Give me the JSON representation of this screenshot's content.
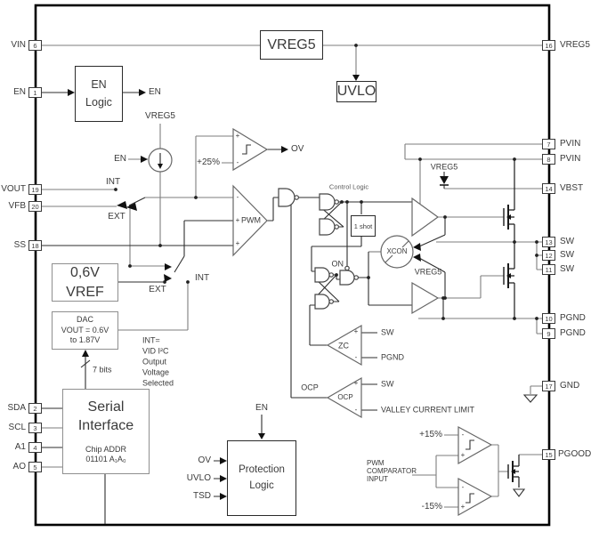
{
  "diagram": {
    "pins": {
      "left": [
        {
          "label": "VIN",
          "num": "6"
        },
        {
          "label": "EN",
          "num": "1"
        },
        {
          "label": "VOUT",
          "num": "19"
        },
        {
          "label": "VFB",
          "num": "20"
        },
        {
          "label": "SS",
          "num": "18"
        },
        {
          "label": "SDA",
          "num": "2"
        },
        {
          "label": "SCL",
          "num": "3"
        },
        {
          "label": "A1",
          "num": "4"
        },
        {
          "label": "AO",
          "num": "5"
        }
      ],
      "right": [
        {
          "label": "VREG5",
          "num": "16"
        },
        {
          "label": "PVIN",
          "num": "7"
        },
        {
          "label": "PVIN",
          "num": "8"
        },
        {
          "label": "VBST",
          "num": "14"
        },
        {
          "label": "SW",
          "num": "13"
        },
        {
          "label": "SW",
          "num": "12"
        },
        {
          "label": "SW",
          "num": "11"
        },
        {
          "label": "PGND",
          "num": "10"
        },
        {
          "label": "PGND",
          "num": "9"
        },
        {
          "label": "GND",
          "num": "17"
        },
        {
          "label": "PGOOD",
          "num": "15"
        }
      ]
    },
    "blocks": {
      "vreg5": "VREG5",
      "uvlo": "UVLO",
      "en_logic": [
        "EN",
        "Logic"
      ],
      "vref": [
        "0,6V",
        "VREF"
      ],
      "dac": [
        "DAC",
        "VOUT = 0.6V",
        "to 1.87V"
      ],
      "serial": {
        "title": [
          "Serial",
          "Interface"
        ],
        "addr": [
          "Chip ADDR",
          "01101 A₁A₀"
        ]
      },
      "protection": [
        "Protection",
        "Logic"
      ],
      "one_shot": "1 shot"
    },
    "labels": {
      "en_out": "EN",
      "vreg5_cs": "VREG5",
      "en_cs": "EN",
      "int_top": "INT",
      "ext_top": "EXT",
      "int_mid": "INT",
      "ext_mid": "EXT",
      "plus25": "+25%",
      "ov_out": "OV",
      "pwm": "PWM",
      "control_logic": "Control Logic",
      "on": "ON",
      "xcon": "XCON",
      "vreg5_diode": "VREG5",
      "vreg5_ls": "VREG5",
      "zc": "ZC",
      "ocp": "OCP",
      "ocp_out": "OCP",
      "sw_zc": "SW",
      "pgnd_zc": "PGND",
      "sw_ocp": "SW",
      "valley": "VALLEY CURRENT LIMIT",
      "seven_bits": "7 bits",
      "int_note": [
        "INT=",
        "VID I²C",
        "Output",
        "Voltage",
        "Selected"
      ],
      "en_prot": "EN",
      "ov_in": "OV",
      "uvlo_in": "UVLO",
      "tsd_in": "TSD",
      "plus15": "+15%",
      "minus15": "-15%",
      "pwm_comp_note": [
        "PWM",
        "COMPARATOR",
        "INPUT"
      ]
    },
    "marks": {
      "plus": "+",
      "minus": "-"
    },
    "colors": {
      "wire_gray": "#7d7d7d",
      "wire_dark": "#2e2e2e",
      "outline": "#666666",
      "text": "#3a3a3a"
    }
  }
}
